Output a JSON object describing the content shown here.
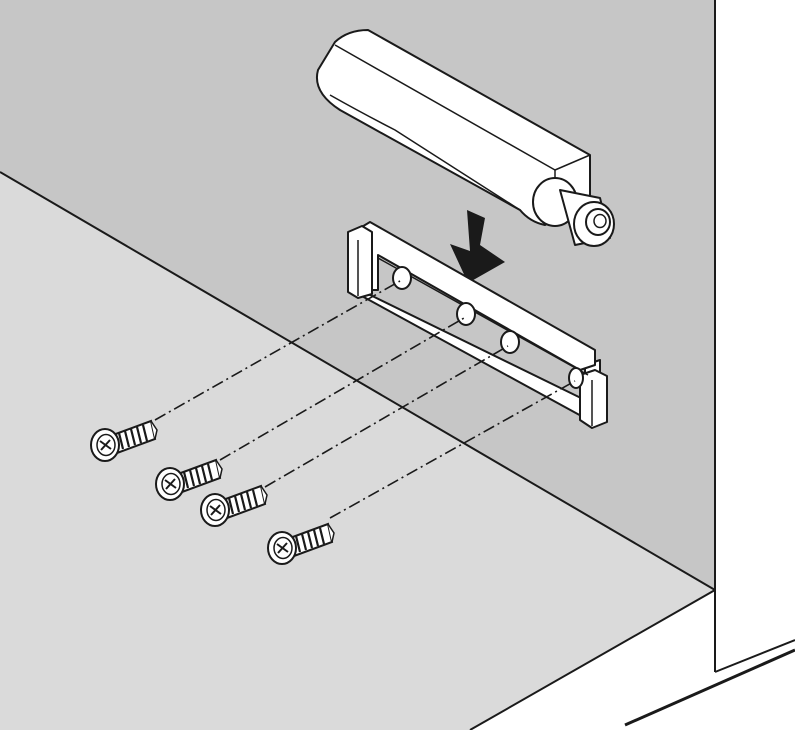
{
  "diagram": {
    "kind": "assembly-instruction",
    "components": [
      {
        "name": "push-latch-body"
      },
      {
        "name": "mounting-plate",
        "screw_holes": 4
      },
      {
        "name": "screw",
        "count": 4
      }
    ],
    "arrow_direction": "down",
    "colors": {
      "wall": "#c6c6c6",
      "floor": "#dadada",
      "side_panel": "#ffffff",
      "parts": "#ffffff",
      "line": "#1a1a1a"
    }
  }
}
